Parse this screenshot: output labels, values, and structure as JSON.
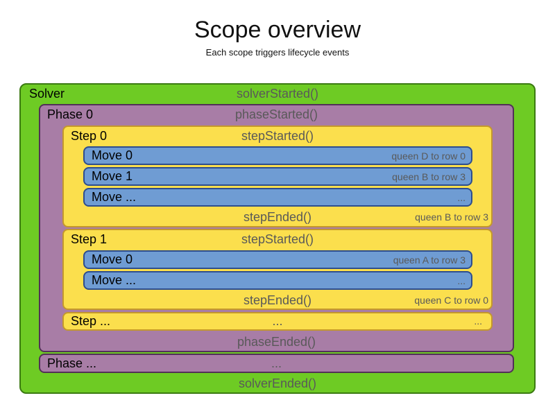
{
  "title": "Scope overview",
  "subtitle": "Each scope triggers lifecycle events",
  "colors": {
    "solver_fill": "#6ecb24",
    "solver_border": "#3b7a11",
    "phase_fill": "#a87da6",
    "phase_border": "#523057",
    "step_fill": "#fbdf4d",
    "step_border": "#c4982c",
    "move_fill": "#6f9cd3",
    "move_border": "#2d4d8e",
    "title_text": "#111111",
    "label_text": "#000000",
    "event_text": "#595959",
    "annotation_text": "#595959"
  },
  "solver": {
    "label": "Solver",
    "started_event": "solverStarted()",
    "ended_event": "solverEnded()",
    "phases": [
      {
        "label": "Phase 0",
        "started_event": "phaseStarted()",
        "ended_event": "phaseEnded()",
        "steps": [
          {
            "label": "Step 0",
            "started_event": "stepStarted()",
            "ended_event": "stepEnded()",
            "ended_annotation": "queen B to row 3",
            "moves": [
              {
                "label": "Move 0",
                "annotation": "queen D to row 0"
              },
              {
                "label": "Move 1",
                "annotation": "queen B to row 3"
              },
              {
                "label": "Move ...",
                "annotation": "..."
              }
            ]
          },
          {
            "label": "Step 1",
            "started_event": "stepStarted()",
            "ended_event": "stepEnded()",
            "ended_annotation": "queen C to row 0",
            "moves": [
              {
                "label": "Move 0",
                "annotation": "queen A to row 3"
              },
              {
                "label": "Move ...",
                "annotation": "..."
              }
            ]
          }
        ],
        "more_step": {
          "label": "Step ...",
          "center": "...",
          "right": "..."
        }
      }
    ],
    "more_phase": {
      "label": "Phase ...",
      "center": "..."
    }
  }
}
